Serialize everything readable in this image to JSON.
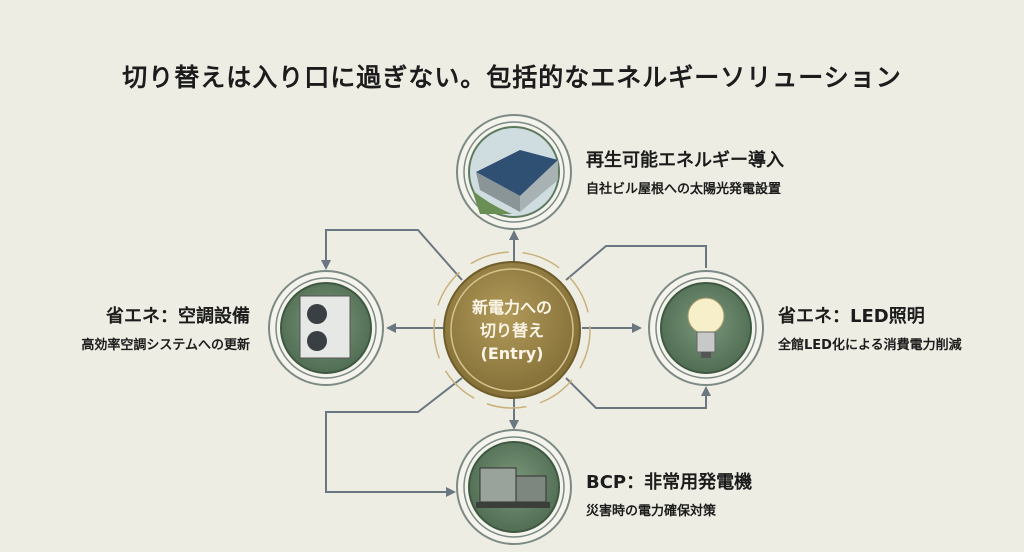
{
  "title": "切り替えは入り口に過ぎない。包括的なエネルギーソリューション",
  "center": {
    "line1": "新電力への",
    "line2": "切り替え",
    "line3": "(Entry)"
  },
  "nodes": {
    "top": {
      "heading": "再生可能エネルギー導入",
      "sub": "自社ビル屋根への太陽光発電設置",
      "icon": "solar-panel-roof-icon"
    },
    "left": {
      "heading": "省エネ：空調設備",
      "sub": "高効率空調システムへの更新",
      "icon": "air-conditioner-icon"
    },
    "right": {
      "heading": "省エネ：LED照明",
      "sub": "全館LED化による消費電力削減",
      "icon": "light-bulb-icon"
    },
    "bottom": {
      "heading": "BCP：非常用発電機",
      "sub": "災害時の電力確保対策",
      "icon": "generator-icon"
    }
  },
  "colors": {
    "background": "#eeede4",
    "gold": "#9c8445",
    "green": "#5d7a5f",
    "line": "#6b7780"
  }
}
